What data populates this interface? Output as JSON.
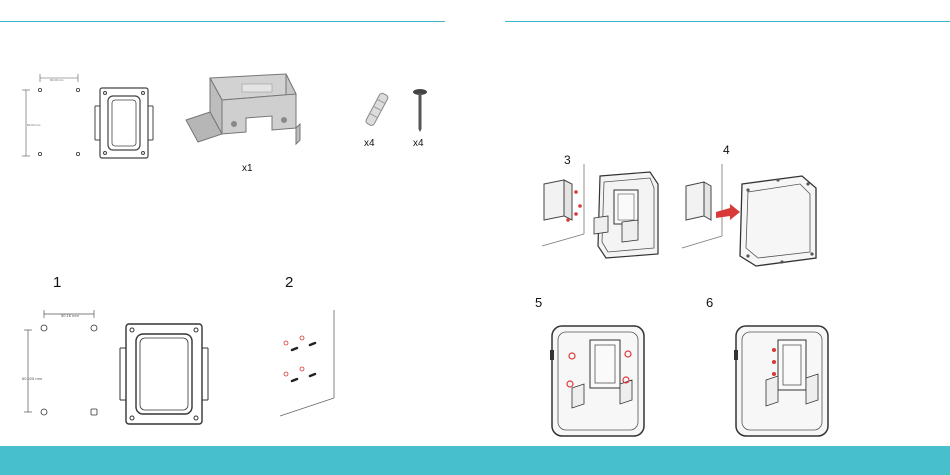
{
  "colors": {
    "accent": "#3fb9c9",
    "footer": "#48bfcd",
    "drill_mark": "#d83a3a"
  },
  "kit": {
    "bracket_qty": "x1",
    "anchor_qty": "x4",
    "screw_qty": "x4",
    "template_dim_width": "90.00 mm",
    "template_dim_height": "60.00 mm"
  },
  "steps": [
    {
      "number": "1",
      "dim_width": "50.16 mm",
      "dim_height": "60.025 mm"
    },
    {
      "number": "2"
    },
    {
      "number": "3"
    },
    {
      "number": "4"
    },
    {
      "number": "5"
    },
    {
      "number": "6"
    }
  ]
}
